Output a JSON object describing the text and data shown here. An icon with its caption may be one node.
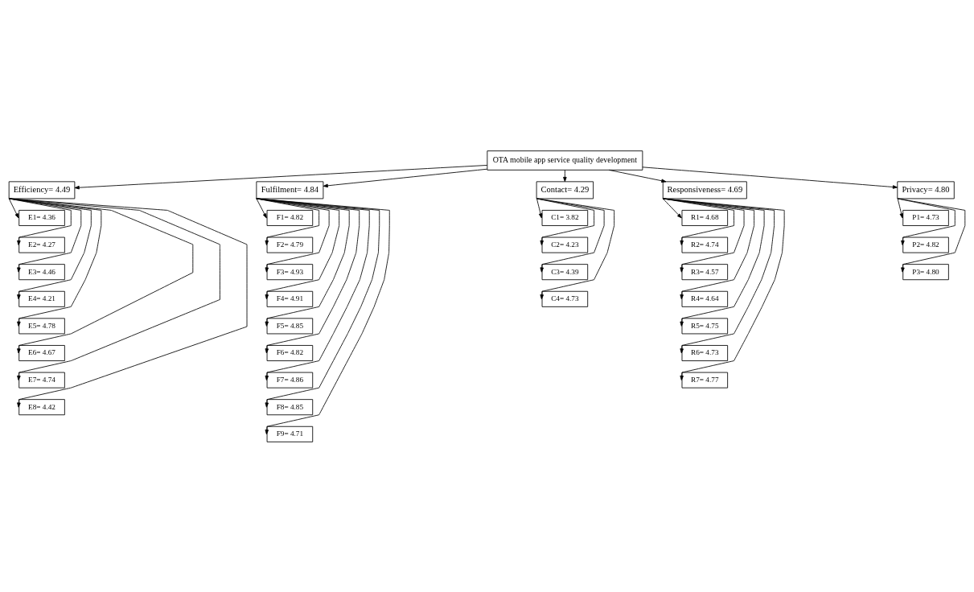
{
  "diagram": {
    "nodes": [
      {
        "text": [
          "OTA mobile app service quality development"
        ]
      },
      {
        "text": [
          "Efficiency= 4.49"
        ]
      },
      {
        "text": [
          "Fulfilment= 4.84"
        ]
      },
      {
        "text": [
          "Contact= 4.29"
        ]
      },
      {
        "text": [
          "Responsiveness= 4.69"
        ]
      },
      {
        "text": [
          "Privacy= 4.80"
        ]
      },
      {
        "text": [
          "E1= 4.36"
        ]
      },
      {
        "text": [
          "E2= 4.27"
        ]
      },
      {
        "text": [
          "E3= 4.46"
        ]
      },
      {
        "text": [
          "E4= 4.21"
        ]
      },
      {
        "text": [
          "E5= 4.78"
        ]
      },
      {
        "text": [
          "E6= 4.67"
        ]
      },
      {
        "text": [
          "E7= 4.74"
        ]
      },
      {
        "text": [
          "E8= 4.42"
        ]
      },
      {
        "text": [
          "F1= 4.82"
        ]
      },
      {
        "text": [
          "F2= 4.79"
        ]
      },
      {
        "text": [
          "F3= 4.93"
        ]
      },
      {
        "text": [
          "F4= 4.91"
        ]
      },
      {
        "text": [
          "F5= 4.85"
        ]
      },
      {
        "text": [
          "F6= 4.82"
        ]
      },
      {
        "text": [
          "F7= 4.86"
        ]
      },
      {
        "text": [
          "F8= 4.85"
        ]
      },
      {
        "text": [
          "F9= 4.71"
        ]
      },
      {
        "text": [
          "C1= 3.82"
        ]
      },
      {
        "text": [
          "C2= 4.23"
        ]
      },
      {
        "text": [
          "C3= 4.39"
        ]
      },
      {
        "text": [
          "C4= 4.73"
        ]
      },
      {
        "text": [
          "R1= 4.68"
        ]
      },
      {
        "text": [
          "R2= 4.74"
        ]
      },
      {
        "text": [
          "R3= 4.57"
        ]
      },
      {
        "text": [
          "R4= 4.64"
        ]
      },
      {
        "text": [
          "R5= 4.75"
        ]
      },
      {
        "text": [
          "R6= 4.73"
        ]
      },
      {
        "text": [
          "R7= 4.77"
        ]
      },
      {
        "text": [
          "P1= 4.73"
        ]
      },
      {
        "text": [
          "P2= 4.82"
        ]
      },
      {
        "text": [
          "P3= 4.80"
        ]
      }
    ],
    "edges": [
      {
        "from": 0,
        "to": 1,
        "arrow": "to"
      },
      {
        "from": 0,
        "to": 2,
        "arrow": "to"
      },
      {
        "from": 0,
        "to": 3,
        "arrow": "to"
      },
      {
        "from": 0,
        "to": 4,
        "arrow": "to"
      },
      {
        "from": 0,
        "to": 5,
        "arrow": "to"
      },
      {
        "from": 1,
        "to": 6,
        "arrow": "to"
      },
      {
        "from": 1,
        "to": 7,
        "arrow": "to"
      },
      {
        "from": 1,
        "to": 8,
        "arrow": "to"
      },
      {
        "from": 1,
        "to": 9,
        "arrow": "to"
      },
      {
        "from": 1,
        "to": 10,
        "arrow": "to"
      },
      {
        "from": 1,
        "to": 11,
        "arrow": "to"
      },
      {
        "from": 1,
        "to": 12,
        "arrow": "to"
      },
      {
        "from": 1,
        "to": 13,
        "arrow": "to"
      },
      {
        "from": 2,
        "to": 14,
        "arrow": "to"
      },
      {
        "from": 2,
        "to": 15,
        "arrow": "to"
      },
      {
        "from": 2,
        "to": 16,
        "arrow": "to"
      },
      {
        "from": 2,
        "to": 17,
        "arrow": "to"
      },
      {
        "from": 2,
        "to": 18,
        "arrow": "to"
      },
      {
        "from": 2,
        "to": 19,
        "arrow": "to"
      },
      {
        "from": 2,
        "to": 20,
        "arrow": "to"
      },
      {
        "from": 2,
        "to": 21,
        "arrow": "to"
      },
      {
        "from": 2,
        "to": 22,
        "arrow": "to"
      },
      {
        "from": 3,
        "to": 23,
        "arrow": "to"
      },
      {
        "from": 3,
        "to": 24,
        "arrow": "to"
      },
      {
        "from": 3,
        "to": 25,
        "arrow": "to"
      },
      {
        "from": 3,
        "to": 26,
        "arrow": "to"
      },
      {
        "from": 4,
        "to": 27,
        "arrow": "to"
      },
      {
        "from": 4,
        "to": 28,
        "arrow": "to"
      },
      {
        "from": 4,
        "to": 29,
        "arrow": "to"
      },
      {
        "from": 4,
        "to": 30,
        "arrow": "to"
      },
      {
        "from": 4,
        "to": 31,
        "arrow": "to"
      },
      {
        "from": 4,
        "to": 32,
        "arrow": "to"
      },
      {
        "from": 4,
        "to": 33,
        "arrow": "to"
      },
      {
        "from": 5,
        "to": 34,
        "arrow": "to"
      },
      {
        "from": 5,
        "to": 35,
        "arrow": "to"
      },
      {
        "from": 5,
        "to": 36,
        "arrow": "to"
      }
    ]
  }
}
